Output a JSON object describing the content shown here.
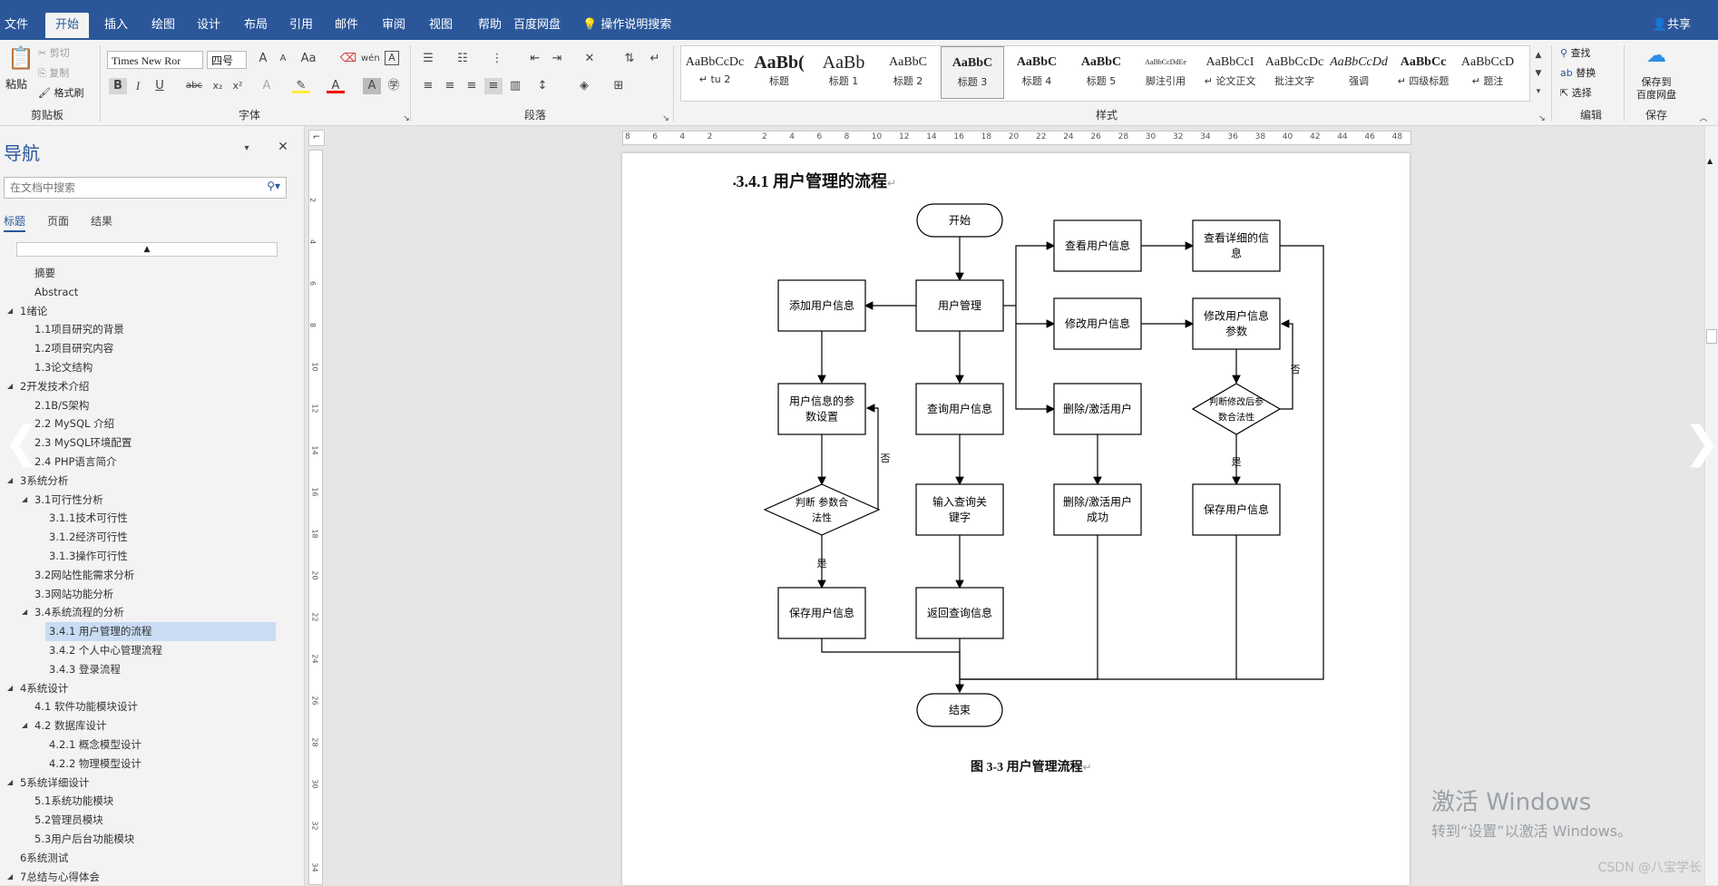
{
  "ribbon_tabs": [
    "文件",
    "开始",
    "插入",
    "绘图",
    "设计",
    "布局",
    "引用",
    "邮件",
    "审阅",
    "视图",
    "帮助",
    "百度网盘"
  ],
  "active_tab": "开始",
  "tell_me": "操作说明搜索",
  "share": "共享",
  "clipboard": {
    "paste": "粘贴",
    "cut": "剪切",
    "copy": "复制",
    "format_painter": "格式刷",
    "label": "剪贴板"
  },
  "font": {
    "name": "Times New Ror",
    "size": "四号",
    "label": "字体"
  },
  "paragraph": {
    "label": "段落"
  },
  "styles": {
    "label": "样式",
    "items": [
      {
        "sample": "AaBbCcDc",
        "name": "↵ tu 2"
      },
      {
        "sample": "AaBb(",
        "name": "标题"
      },
      {
        "sample": "AaBb",
        "name": "标题 1"
      },
      {
        "sample": "AaBbC",
        "name": "标题 2"
      },
      {
        "sample": "AaBbC",
        "name": "标题 3"
      },
      {
        "sample": "AaBbC",
        "name": "标题 4"
      },
      {
        "sample": "AaBbC",
        "name": "标题 5"
      },
      {
        "sample": "AaBbCcDdEe",
        "name": "脚注引用"
      },
      {
        "sample": "AaBbCcI",
        "name": "↵ 论文正文"
      },
      {
        "sample": "AaBbCcDc",
        "name": "批注文字"
      },
      {
        "sample": "AaBbCcDd",
        "name": "强调"
      },
      {
        "sample": "AaBbCc",
        "name": "↵ 四级标题"
      },
      {
        "sample": "AaBbCcD",
        "name": "↵ 题注"
      }
    ],
    "selected_index": 4
  },
  "editing": {
    "find": "查找",
    "replace": "替换",
    "select": "选择",
    "label": "编辑"
  },
  "save": {
    "button": "保存到\n百度网盘",
    "label": "保存"
  },
  "nav": {
    "title": "导航",
    "search_placeholder": "在文档中搜索",
    "tabs": [
      "标题",
      "页面",
      "结果"
    ],
    "headings": [
      {
        "text": "摘要",
        "level": 2,
        "expand": false
      },
      {
        "text": "Abstract",
        "level": 2,
        "expand": false
      },
      {
        "text": "1绪论",
        "level": 1,
        "expand": true
      },
      {
        "text": "1.1项目研究的背景",
        "level": 2,
        "expand": false
      },
      {
        "text": "1.2项目研究内容",
        "level": 2,
        "expand": false
      },
      {
        "text": "1.3论文结构",
        "level": 2,
        "expand": false
      },
      {
        "text": "2开发技术介绍",
        "level": 1,
        "expand": true
      },
      {
        "text": "2.1B/S架构",
        "level": 2,
        "expand": false
      },
      {
        "text": "2.2 MySQL 介绍",
        "level": 2,
        "expand": false
      },
      {
        "text": "2.3 MySQL环境配置",
        "level": 2,
        "expand": false
      },
      {
        "text": "2.4 PHP语言简介",
        "level": 2,
        "expand": false
      },
      {
        "text": "3系统分析",
        "level": 1,
        "expand": true
      },
      {
        "text": "3.1可行性分析",
        "level": 2,
        "expand": true
      },
      {
        "text": "3.1.1技术可行性",
        "level": 3,
        "expand": false
      },
      {
        "text": "3.1.2经济可行性",
        "level": 3,
        "expand": false
      },
      {
        "text": "3.1.3操作可行性",
        "level": 3,
        "expand": false
      },
      {
        "text": "3.2网站性能需求分析",
        "level": 2,
        "expand": false
      },
      {
        "text": "3.3网站功能分析",
        "level": 2,
        "expand": false
      },
      {
        "text": "3.4系统流程的分析",
        "level": 2,
        "expand": true
      },
      {
        "text": "3.4.1 用户管理的流程",
        "level": 3,
        "expand": false,
        "selected": true
      },
      {
        "text": "3.4.2 个人中心管理流程",
        "level": 3,
        "expand": false
      },
      {
        "text": "3.4.3 登录流程",
        "level": 3,
        "expand": false
      },
      {
        "text": "4系统设计",
        "level": 1,
        "expand": true
      },
      {
        "text": "4.1 软件功能模块设计",
        "level": 2,
        "expand": false
      },
      {
        "text": "4.2 数据库设计",
        "level": 2,
        "expand": true
      },
      {
        "text": "4.2.1 概念模型设计",
        "level": 3,
        "expand": false
      },
      {
        "text": "4.2.2 物理模型设计",
        "level": 3,
        "expand": false
      },
      {
        "text": "5系统详细设计",
        "level": 1,
        "expand": true
      },
      {
        "text": "5.1系统功能模块",
        "level": 2,
        "expand": false
      },
      {
        "text": "5.2管理员模块",
        "level": 2,
        "expand": false
      },
      {
        "text": "5.3用户后台功能模块",
        "level": 2,
        "expand": false
      },
      {
        "text": "6系统测试",
        "level": 1,
        "expand": false
      },
      {
        "text": "7总结与心得体会",
        "level": 1,
        "expand": true
      }
    ]
  },
  "ruler_ticks": [
    "8",
    "6",
    "4",
    "2",
    "",
    "2",
    "4",
    "6",
    "8",
    "10",
    "12",
    "14",
    "16",
    "18",
    "20",
    "22",
    "24",
    "26",
    "28",
    "30",
    "32",
    "34",
    "36",
    "38",
    "40",
    "42",
    "44",
    "46",
    "48"
  ],
  "vruler_ticks": [
    "2",
    "4",
    "6",
    "8",
    "10",
    "12",
    "14",
    "16",
    "18",
    "20",
    "22",
    "24",
    "26",
    "28",
    "30",
    "32",
    "34"
  ],
  "document": {
    "heading": "3.4.1  用户管理的流程",
    "caption": "图 3-3  用户管理流程",
    "flowchart": {
      "start": "开始",
      "end": "结束",
      "user_mgmt": "用户管理",
      "add_user": "添加用户信息",
      "param_set": "用户信息的参数设置",
      "check_valid": "判断 参数合法性",
      "save_left": "保存用户信息",
      "query_user": "查询用户信息",
      "input_kw": "输入查询关键字",
      "return_query": "返回查询信息",
      "view_user": "查看用户信息",
      "view_detail": "查看详细的信息",
      "edit_user": "修改用户信息",
      "edit_param": "修改用户信息参数",
      "check_edit": "判断修改后参数合法性",
      "save_right": "保存用户信息",
      "del_user": "删除/激活用户",
      "del_done": "删除/激活用户成功",
      "yes": "是",
      "no": "否"
    }
  },
  "watermark": {
    "line1": "激活 Windows",
    "line2": "转到“设置”以激活 Windows。"
  },
  "csdn": "CSDN @八宝学长",
  "colors": {
    "accent": "#2b579a",
    "nav_selected": "#c9dcf4"
  }
}
